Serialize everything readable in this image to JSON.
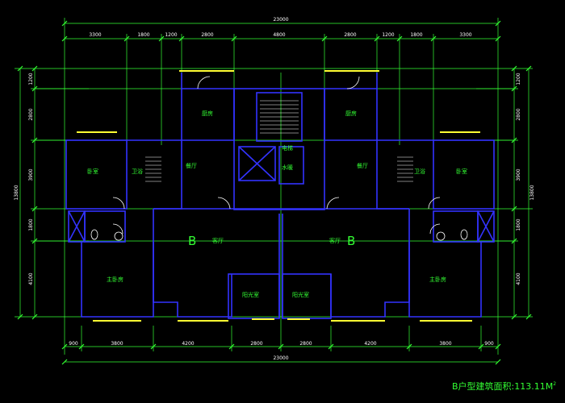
{
  "dimensions": {
    "total_width": "23000",
    "top_segments": [
      "3300",
      "1800",
      "1200",
      "2800",
      "4800",
      "2800",
      "1200",
      "1800",
      "3300"
    ],
    "bottom_segments": [
      "900",
      "3800",
      "4200",
      "2800",
      "2800",
      "4200",
      "3800",
      "900"
    ],
    "left_segments": [
      "1200",
      "2800",
      "3900",
      "1800",
      "4100"
    ],
    "right_segments": [
      "1200",
      "2800",
      "3900",
      "1800",
      "4100"
    ],
    "total_height": "13800"
  },
  "rooms": {
    "kitchen_left": "厨房",
    "kitchen_right": "厨房",
    "bedroom_left": "卧室",
    "bedroom_right": "卧室",
    "dining_left": "餐厅",
    "dining_right": "餐厅",
    "bath_left": "卫浴",
    "bath_right": "卫浴",
    "elevator": "电梯",
    "water": "水暖",
    "living_left": "客厅",
    "living_right": "客厅",
    "master_left": "主卧房",
    "master_right": "主卧房",
    "sun_left": "阳光室",
    "sun_right": "阳光室"
  },
  "unit_labels": {
    "left": "B",
    "right": "B"
  },
  "caption": {
    "text": "B户型建筑面积:113.11M",
    "superscript": "2"
  },
  "colors": {
    "wall": "#3333ff",
    "window": "#ffff33",
    "grid": "#33ff33",
    "dimension": "#33ff33",
    "text": "#ffffff",
    "label": "#33ff33",
    "background": "#000000"
  }
}
